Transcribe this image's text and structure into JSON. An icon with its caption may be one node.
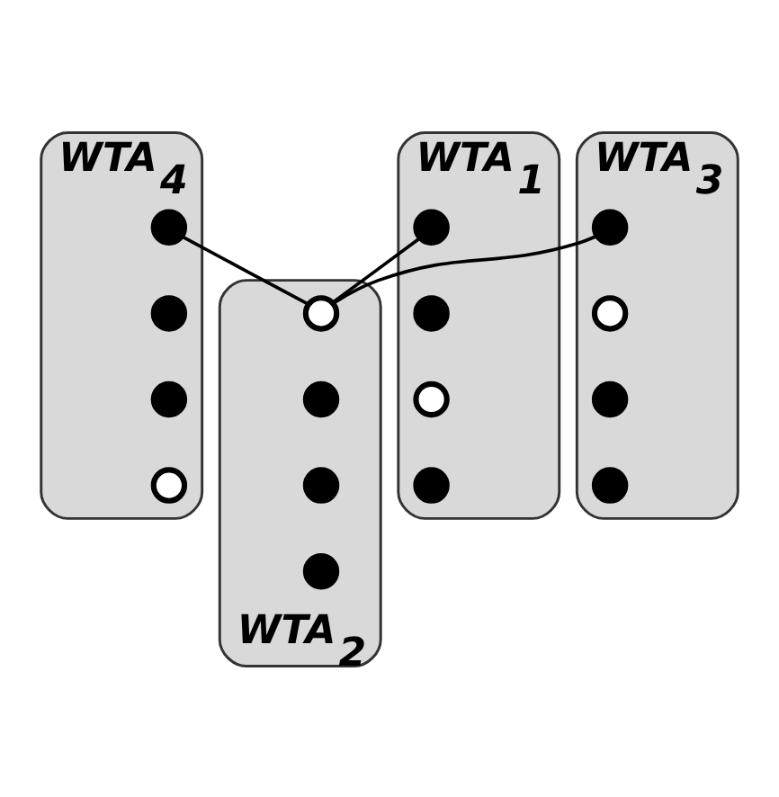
{
  "diagram": {
    "nodes": [
      {
        "text": [
          "WTA$_{4}$"
        ]
      },
      {
        "text": [],
        "shape": "circle",
        "in": 0
      },
      {
        "text": [],
        "shape": "circle",
        "in": 0
      },
      {
        "text": [],
        "shape": "circle",
        "in": 0
      },
      {
        "text": [],
        "shape": "circle",
        "in": 0
      },
      {
        "text": [
          "WTA$_{1}$"
        ]
      },
      {
        "text": [],
        "shape": "circle",
        "in": 5
      },
      {
        "text": [],
        "shape": "circle",
        "in": 5
      },
      {
        "text": [],
        "shape": "circle",
        "in": 5
      },
      {
        "text": [],
        "shape": "circle",
        "in": 5
      },
      {
        "text": [
          "WTA$_{3}$"
        ]
      },
      {
        "text": [],
        "shape": "circle",
        "in": 10
      },
      {
        "text": [],
        "shape": "circle",
        "in": 10
      },
      {
        "text": [],
        "shape": "circle",
        "in": 10
      },
      {
        "text": [],
        "shape": "circle",
        "in": 10
      },
      {
        "text": [
          "WTA$_{2}$"
        ]
      },
      {
        "text": [],
        "shape": "circle",
        "in": 15
      },
      {
        "text": [],
        "shape": "circle",
        "in": 15
      },
      {
        "text": [],
        "shape": "circle",
        "in": 15
      },
      {
        "text": [],
        "shape": "circle",
        "in": 15
      }
    ],
    "edges": [
      {
        "from": 6,
        "to": 16,
        "arrow": "none"
      },
      {
        "from": 1,
        "to": 16,
        "arrow": "none"
      },
      {
        "from": 11,
        "to": 16,
        "arrow": "none"
      }
    ]
  }
}
